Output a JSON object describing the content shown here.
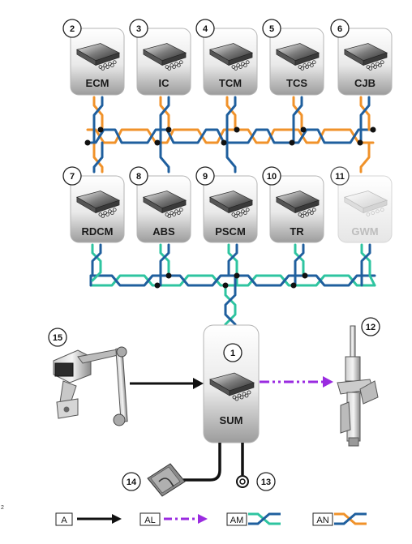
{
  "colors": {
    "blue_bus": "#1f5f9e",
    "orange_bus": "#f0922a",
    "teal_bus": "#2ec4a0",
    "dashed_link": "#9a2be0",
    "hard_link": "#111111"
  },
  "modules_top": [
    {
      "num": "2",
      "label": "ECM"
    },
    {
      "num": "3",
      "label": "IC"
    },
    {
      "num": "4",
      "label": "TCM"
    },
    {
      "num": "5",
      "label": "TCS"
    },
    {
      "num": "6",
      "label": "CJB"
    }
  ],
  "modules_mid": [
    {
      "num": "7",
      "label": "RDCM"
    },
    {
      "num": "8",
      "label": "ABS"
    },
    {
      "num": "9",
      "label": "PSCM"
    },
    {
      "num": "10",
      "label": "TR"
    },
    {
      "num": "11",
      "label": "GWM"
    }
  ],
  "sum": {
    "num": "1",
    "label": "SUM"
  },
  "callouts": {
    "sensor": "15",
    "strut": "12",
    "fuse": "14",
    "ground": "13"
  },
  "legend": [
    {
      "key": "A",
      "icon": "solid-arrow"
    },
    {
      "key": "AL",
      "icon": "dash-dot-arrow"
    },
    {
      "key": "AM",
      "icon": "blue-teal-twisted-pair"
    },
    {
      "key": "AN",
      "icon": "blue-orange-twisted-pair"
    }
  ],
  "page_mark": "2"
}
